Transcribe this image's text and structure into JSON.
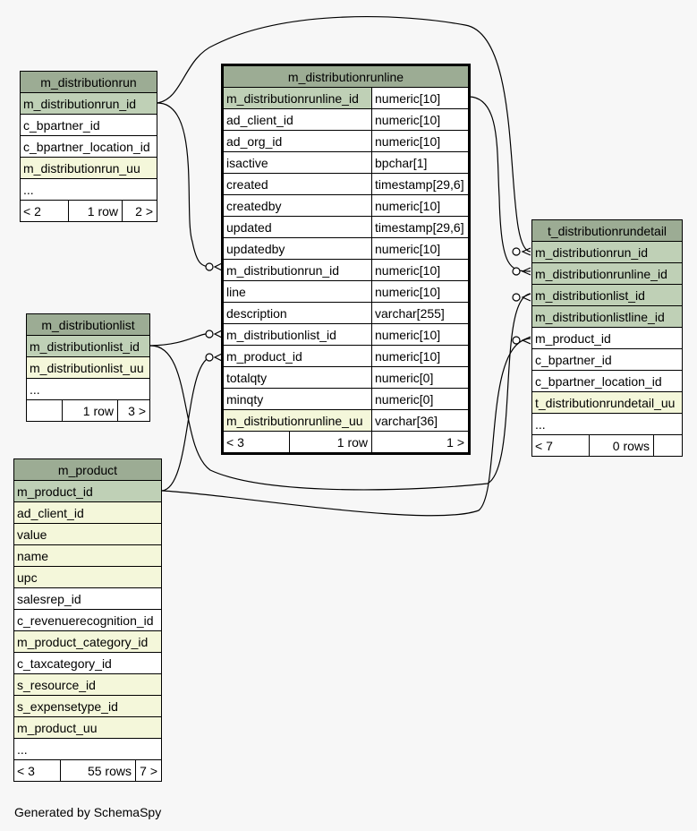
{
  "tables": {
    "distributionrun": {
      "title": "m_distributionrun",
      "columns": [
        "m_distributionrun_id",
        "c_bpartner_id",
        "c_bpartner_location_id",
        "m_distributionrun_uu",
        "..."
      ],
      "footer": [
        "< 2",
        "1 row",
        "2 >"
      ]
    },
    "distributionlist": {
      "title": "m_distributionlist",
      "columns": [
        "m_distributionlist_id",
        "m_distributionlist_uu",
        "..."
      ],
      "footer": [
        "",
        "1 row",
        "3 >"
      ]
    },
    "product": {
      "title": "m_product",
      "columns": [
        "m_product_id",
        "ad_client_id",
        "value",
        "name",
        "upc",
        "salesrep_id",
        "c_revenuerecognition_id",
        "m_product_category_id",
        "c_taxcategory_id",
        "s_resource_id",
        "s_expensetype_id",
        "m_product_uu",
        "..."
      ],
      "footer": [
        "< 3",
        "55 rows",
        "7 >"
      ]
    },
    "distributionrunline": {
      "title": "m_distributionrunline",
      "columns": [
        {
          "name": "m_distributionrunline_id",
          "type": "numeric[10]"
        },
        {
          "name": "ad_client_id",
          "type": "numeric[10]"
        },
        {
          "name": "ad_org_id",
          "type": "numeric[10]"
        },
        {
          "name": "isactive",
          "type": "bpchar[1]"
        },
        {
          "name": "created",
          "type": "timestamp[29,6]"
        },
        {
          "name": "createdby",
          "type": "numeric[10]"
        },
        {
          "name": "updated",
          "type": "timestamp[29,6]"
        },
        {
          "name": "updatedby",
          "type": "numeric[10]"
        },
        {
          "name": "m_distributionrun_id",
          "type": "numeric[10]"
        },
        {
          "name": "line",
          "type": "numeric[10]"
        },
        {
          "name": "description",
          "type": "varchar[255]"
        },
        {
          "name": "m_distributionlist_id",
          "type": "numeric[10]"
        },
        {
          "name": "m_product_id",
          "type": "numeric[10]"
        },
        {
          "name": "totalqty",
          "type": "numeric[0]"
        },
        {
          "name": "minqty",
          "type": "numeric[0]"
        },
        {
          "name": "m_distributionrunline_uu",
          "type": "varchar[36]"
        }
      ],
      "footer": [
        "< 3",
        "1 row",
        "1 >"
      ]
    },
    "distributionrundetail": {
      "title": "t_distributionrundetail",
      "columns": [
        "m_distributionrun_id",
        "m_distributionrunline_id",
        "m_distributionlist_id",
        "m_distributionlistline_id",
        "m_product_id",
        "c_bpartner_id",
        "c_bpartner_location_id",
        "t_distributionrundetail_uu",
        "..."
      ],
      "footer": [
        "< 7",
        "0 rows",
        ""
      ]
    }
  },
  "credit": "Generated by SchemaSpy",
  "colors": {
    "background": "#f7f7f7",
    "header": "#9cac94",
    "key": "#bfd0b6",
    "unique": "#f4f7da"
  }
}
